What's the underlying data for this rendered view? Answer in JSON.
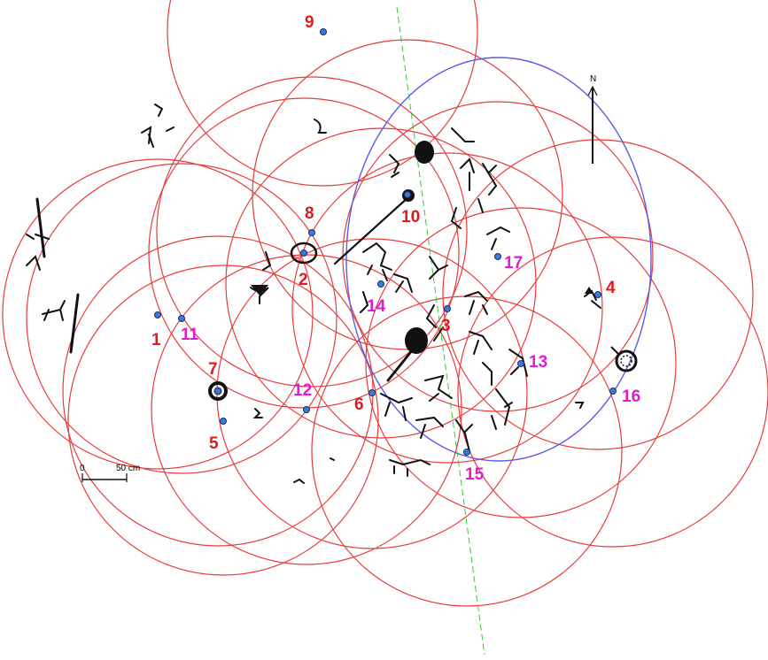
{
  "colors": {
    "circle": "#e83b3b",
    "highlight_circle": "#5b5ce8",
    "axis_line": "#33cc33",
    "label_red": "#e01b1b",
    "label_magenta": "#e21bd0",
    "marker": "#3a7bd5",
    "petroglyph": "#111111"
  },
  "north_label": "N",
  "scale": {
    "zero": "0",
    "length": "50 cm"
  },
  "stations": [
    {
      "id": "1",
      "label": "1",
      "color": "red"
    },
    {
      "id": "2",
      "label": "2",
      "color": "red"
    },
    {
      "id": "3",
      "label": "3",
      "color": "red"
    },
    {
      "id": "4",
      "label": "4",
      "color": "red"
    },
    {
      "id": "5",
      "label": "5",
      "color": "red"
    },
    {
      "id": "6",
      "label": "6",
      "color": "red"
    },
    {
      "id": "7",
      "label": "7",
      "color": "red"
    },
    {
      "id": "8",
      "label": "8",
      "color": "red"
    },
    {
      "id": "9",
      "label": "9",
      "color": "red"
    },
    {
      "id": "10",
      "label": "10",
      "color": "red"
    },
    {
      "id": "11",
      "label": "11",
      "color": "magenta"
    },
    {
      "id": "12",
      "label": "12",
      "color": "magenta"
    },
    {
      "id": "13",
      "label": "13",
      "color": "magenta"
    },
    {
      "id": "14",
      "label": "14",
      "color": "magenta"
    },
    {
      "id": "15",
      "label": "15",
      "color": "magenta"
    },
    {
      "id": "16",
      "label": "16",
      "color": "magenta"
    },
    {
      "id": "17",
      "label": "17",
      "color": "magenta"
    }
  ]
}
